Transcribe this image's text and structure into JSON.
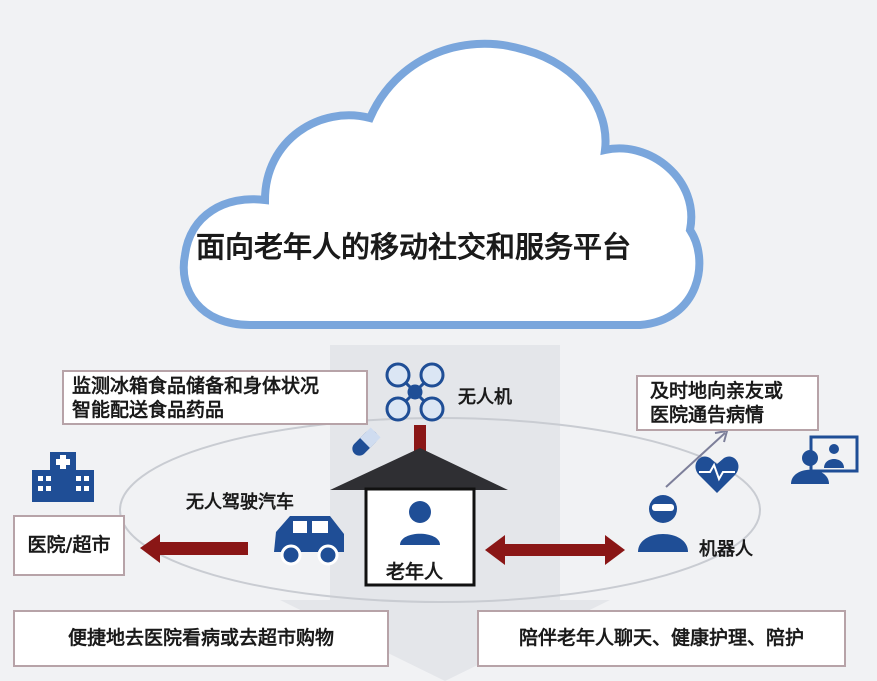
{
  "cloud": {
    "title": "面向老年人的移动社交和服务平台"
  },
  "drone": {
    "label": "无人机",
    "note_lines": [
      "监测冰箱食品储备和身体状况",
      "智能配送食品药品"
    ]
  },
  "car": {
    "label": "无人驾驶汽车",
    "destination": "医院/超市",
    "summary": "便捷地去医院看病或去超市购物"
  },
  "home": {
    "label": "老年人"
  },
  "robot": {
    "label": "机器人",
    "note_lines": [
      "及时地向亲友或",
      "医院通告病情"
    ],
    "summary": "陪伴老年人聊天、健康护理、陪护"
  },
  "colors": {
    "accent_blue": "#1f4e96",
    "cloud_stroke": "#7aa6dc",
    "arrow_red": "#8a1616"
  }
}
